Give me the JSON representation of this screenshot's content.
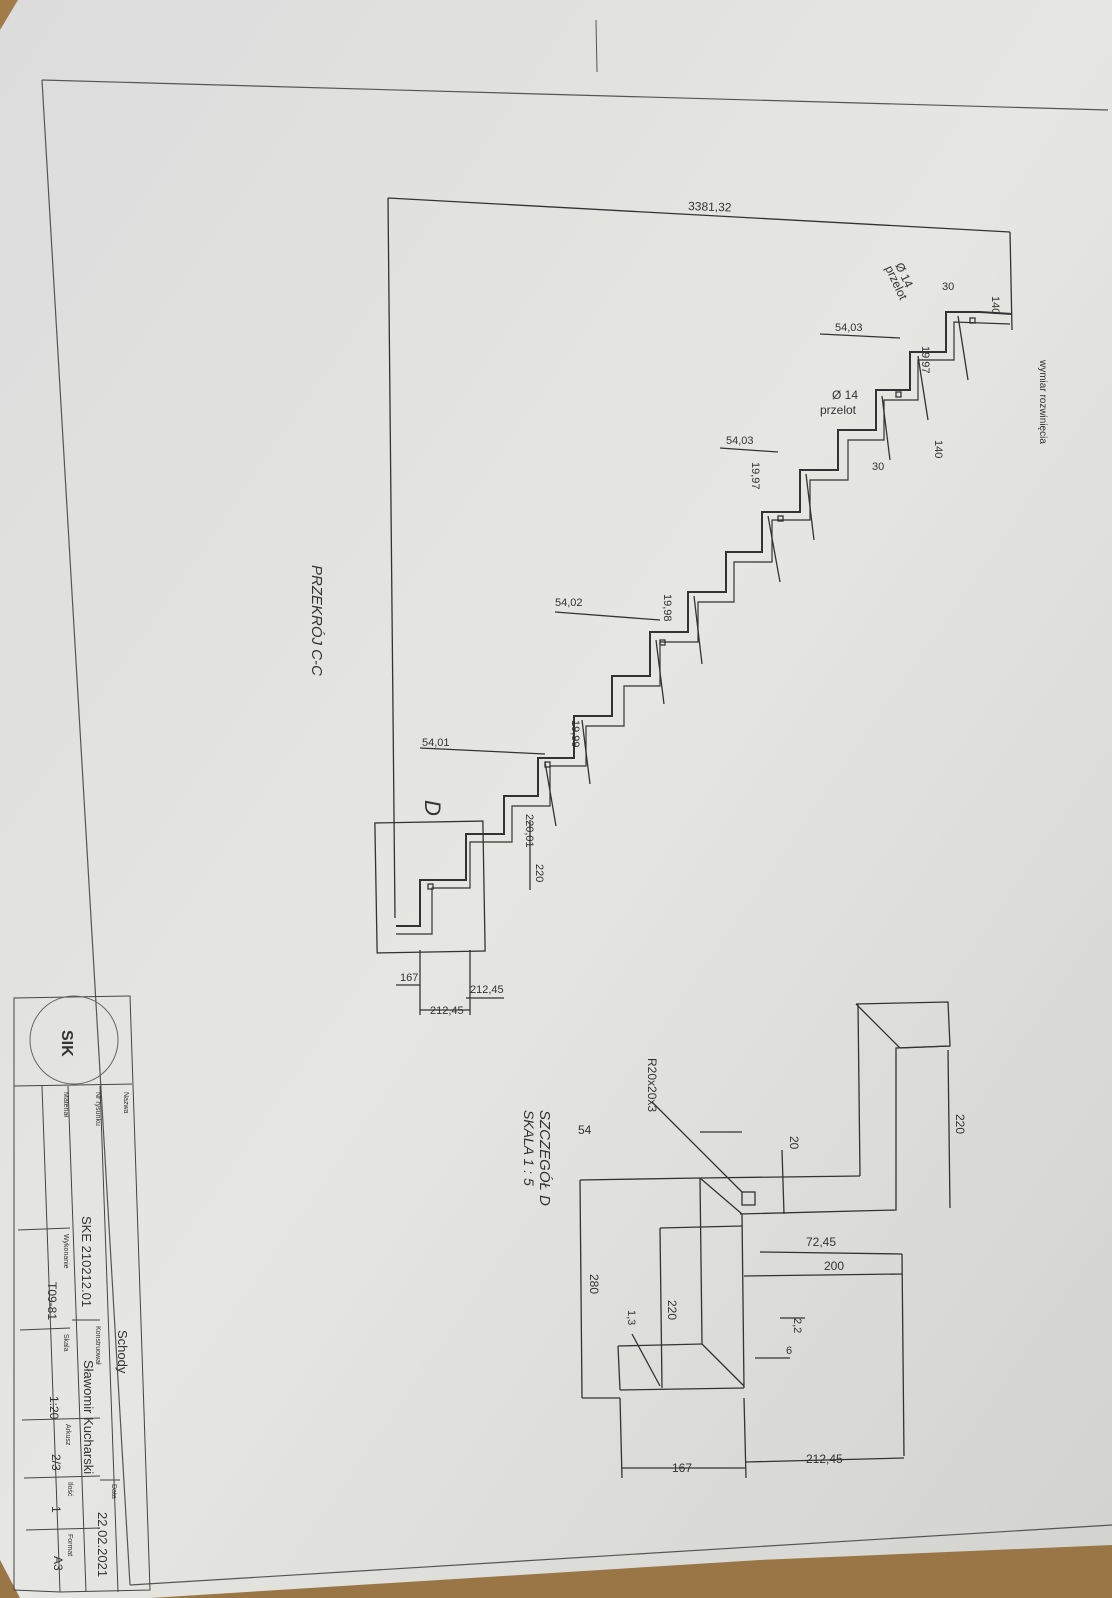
{
  "drawing": {
    "section_title": "PRZEKRÓJ C-C",
    "detail_letter": "D",
    "total_length": "3381,32",
    "hole_label_diameter": "Ø 14",
    "hole_label_through": "przelot",
    "rise_label_30": "30",
    "rise_label_140": "140",
    "dim_54_03": "54,03",
    "dim_19_97": "19,97",
    "dim_54_02": "54,02",
    "dim_19_98": "19,98",
    "dim_54_01": "54,01",
    "dim_19_99": "19,99",
    "dim_220_01": "220,01",
    "dim_220": "220",
    "dim_167": "167",
    "dim_212_45": "212,45",
    "side_note": "wymiar rozwinięcia"
  },
  "detail": {
    "title": "SZCZEGÓŁ D",
    "scale": "SKALA 1 : 5",
    "profile_label": "R20x20x3",
    "dim_54": "54",
    "dim_20": "20",
    "dim_220_top": "220",
    "dim_72_45": "72,45",
    "dim_200": "200",
    "dim_280": "280",
    "dim_220_side": "220",
    "dim_2_2": "2,2",
    "dim_6": "6",
    "dim_1_3": "1,3",
    "dim_167": "167",
    "dim_212_45": "212,45"
  },
  "title_block": {
    "logo_text": "SIK",
    "label_name": "Nazwa",
    "name": "Schody",
    "label_drawing_no": "Nr rysunku",
    "drawing_no": "SKE 210212.01",
    "label_designer": "Konstruował",
    "designer": "Sławomir Kucharski",
    "label_date": "Data",
    "date": "22.02.2021",
    "label_material": "Materiał",
    "label_part": "Wykonanie",
    "part": "T09-81",
    "label_scale": "Skala",
    "scale": "1:20",
    "label_sheet": "Arkusz",
    "sheet": "2/3",
    "label_sheets": "Ilość",
    "sheets": "1",
    "label_format": "Format",
    "format": "A3"
  }
}
